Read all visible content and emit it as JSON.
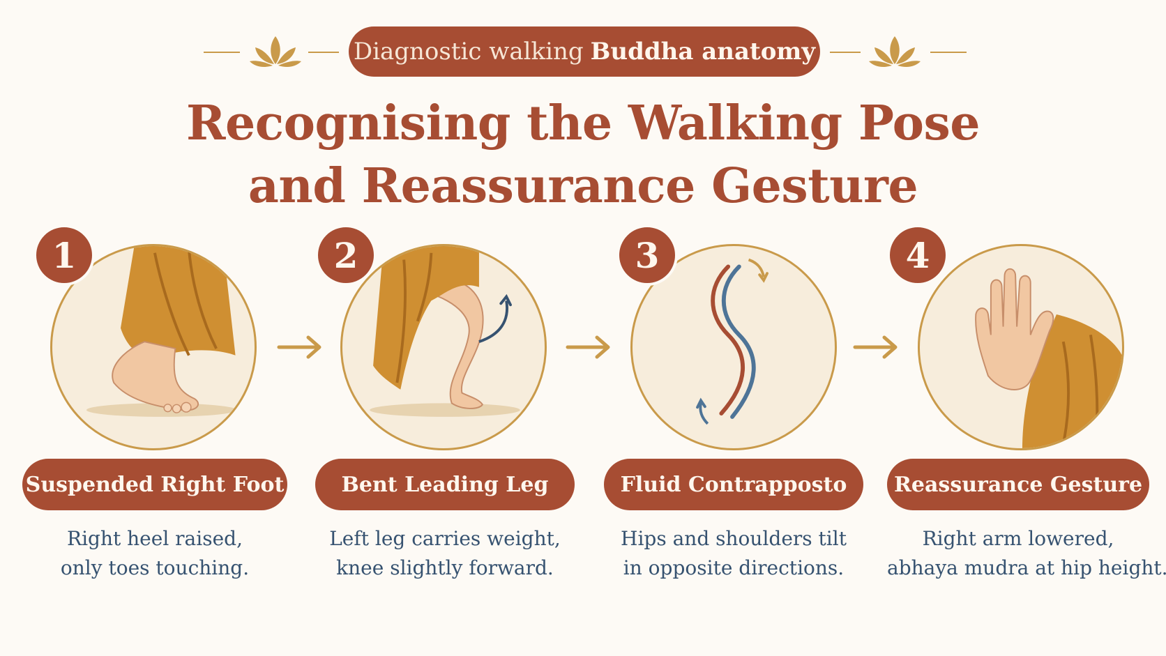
{
  "header": {
    "tag_prefix": "Diagnostic walking",
    "tag_bold": "Buddha anatomy",
    "title_line1": "Recognising the Walking Pose",
    "title_line2": "and Reassurance Gesture"
  },
  "steps": [
    {
      "number": "1",
      "label": "Suspended Right Foot",
      "desc_line1": "Right heel raised,",
      "desc_line2": "only toes touching.",
      "icon": "raised-heel-foot-icon"
    },
    {
      "number": "2",
      "label": "Bent Leading Leg",
      "desc_line1": "Left leg carries weight,",
      "desc_line2": "knee slightly forward.",
      "icon": "bent-leg-icon"
    },
    {
      "number": "3",
      "label": "Fluid Contrapposto",
      "desc_line1": "Hips and shoulders tilt",
      "desc_line2": "in opposite directions.",
      "icon": "s-curve-icon"
    },
    {
      "number": "4",
      "label": "Reassurance Gesture",
      "desc_line1": "Right arm lowered,",
      "desc_line2": "abhaya mudra at hip height.",
      "icon": "abhaya-hand-icon"
    }
  ],
  "colors": {
    "accent": "#a74d33",
    "gold": "#c99a4a",
    "text_blue": "#365270",
    "skin": "#f1c7a2",
    "robe": "#cf8f32",
    "background": "#fdfaf5"
  }
}
